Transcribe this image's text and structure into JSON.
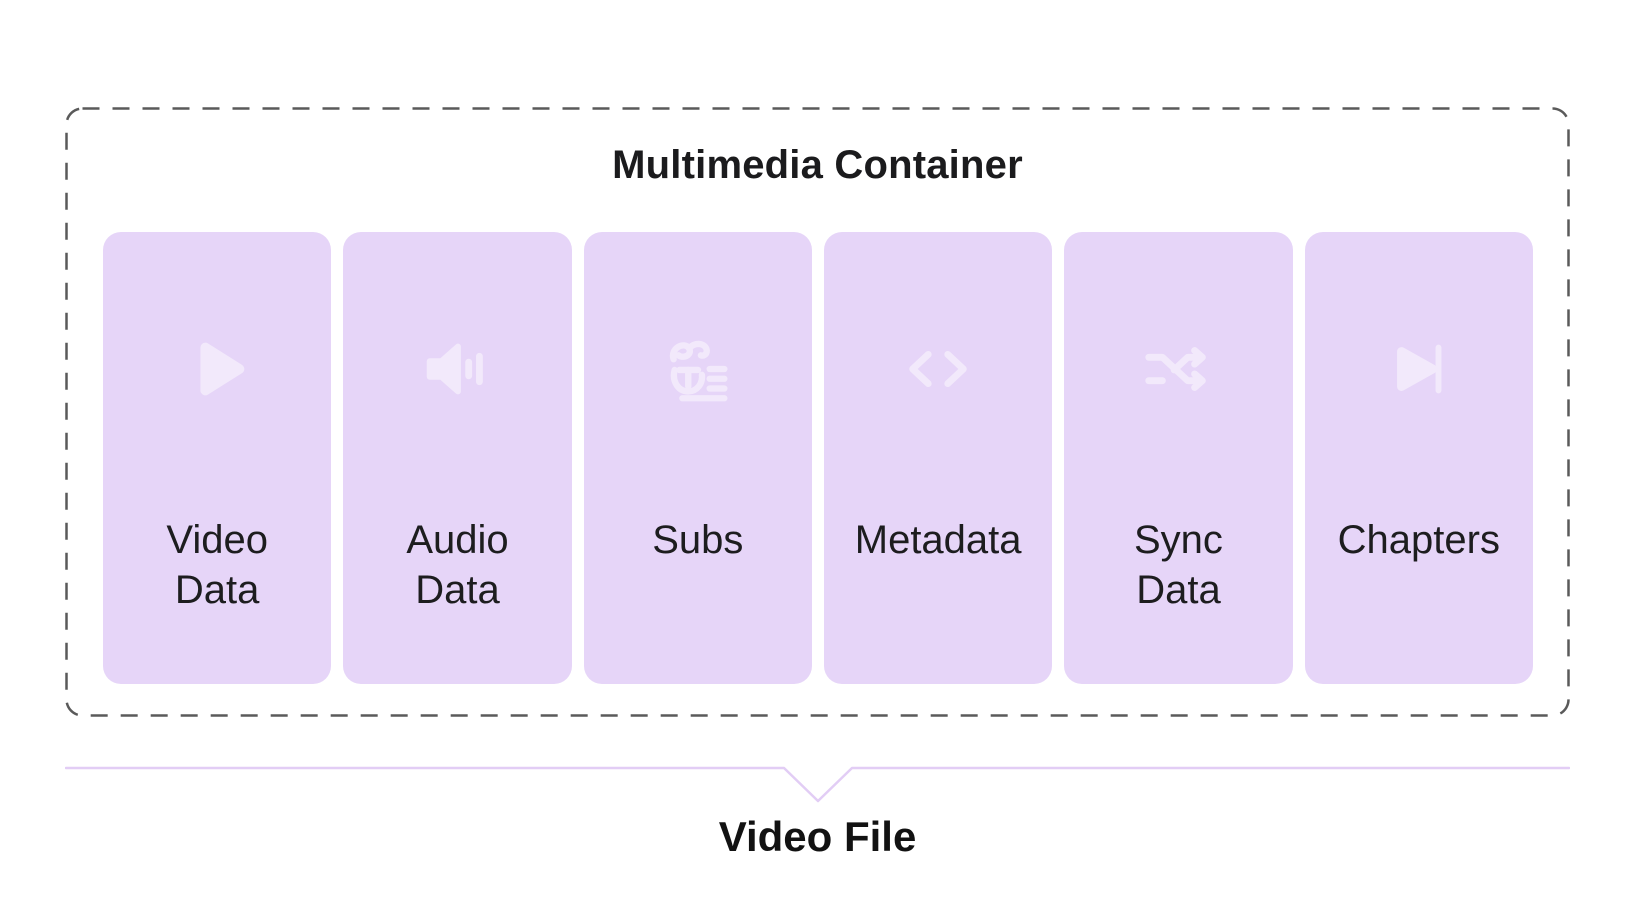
{
  "diagram": {
    "container_title": "Multimedia Container",
    "cards": [
      {
        "label": "Video\nData",
        "icon": "play-icon"
      },
      {
        "label": "Audio\nData",
        "icon": "volume-icon"
      },
      {
        "label": "Subs",
        "icon": "subtitles-icon"
      },
      {
        "label": "Metadata",
        "icon": "code-icon"
      },
      {
        "label": "Sync\nData",
        "icon": "shuffle-icon"
      },
      {
        "label": "Chapters",
        "icon": "skip-forward-icon"
      }
    ],
    "output_label": "Video File",
    "colors": {
      "card_bg": "#e6d5f8",
      "icon_tint": "rgba(255,255,255,0.48)",
      "dashed_border": "#5a5a5a",
      "text": "#1d1d1f",
      "brace_line": "#e2cdf5"
    }
  }
}
